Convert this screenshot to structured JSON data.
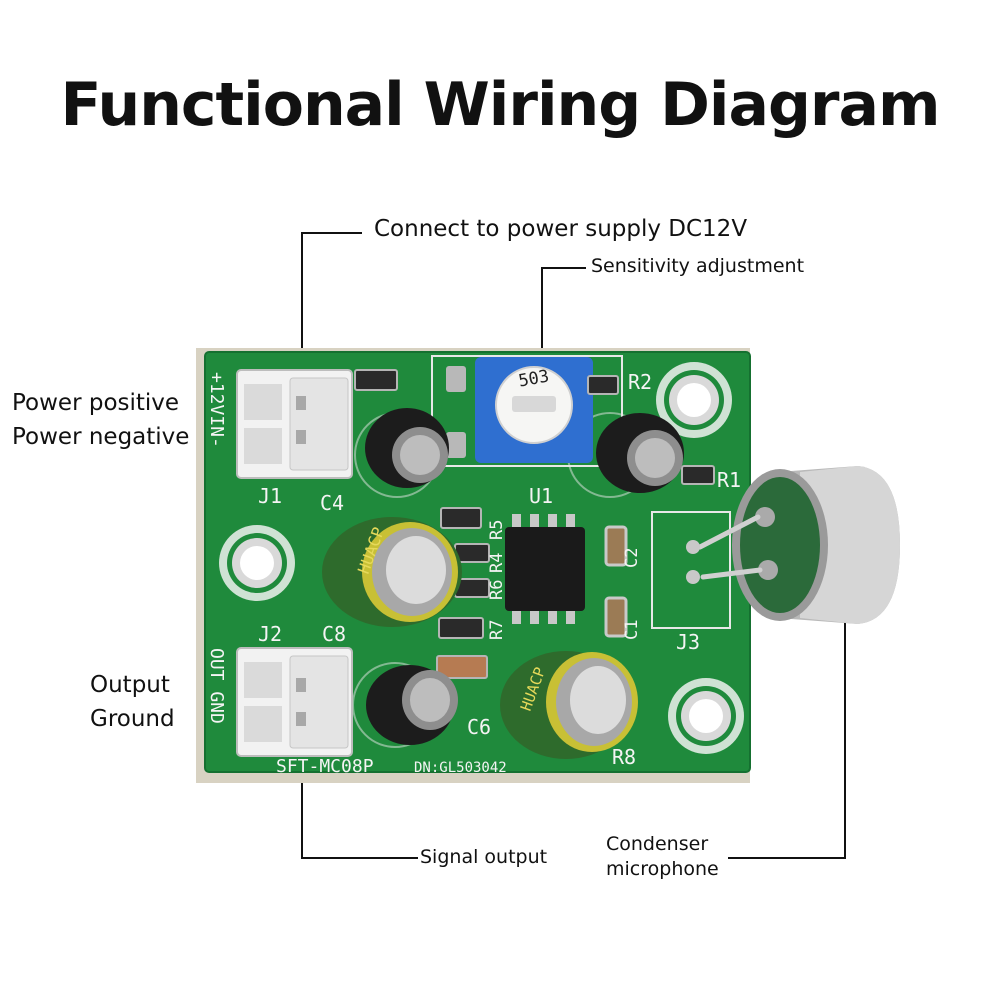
{
  "title": "Functional Wiring Diagram",
  "callouts": {
    "power_supply": "Connect to power supply DC12V",
    "sensitivity": "Sensitivity adjustment",
    "power_positive": "Power positive",
    "power_negative": "Power negative",
    "output": "Output",
    "ground": "Ground",
    "signal_output": "Signal output",
    "microphone_line1": "Condenser",
    "microphone_line2": "microphone"
  },
  "board": {
    "pcb_color": "#1f8a3c",
    "silkscreen": {
      "j1": "J1",
      "j2": "J2",
      "j3": "J3",
      "c1": "C1",
      "c2": "C2",
      "c4": "C4",
      "c6": "C6",
      "c8": "C8",
      "u1": "U1",
      "r1": "R1",
      "r2": "R2",
      "r4": "R4",
      "r5": "R5",
      "r6": "R6",
      "r7": "R7",
      "r8": "R8",
      "j1_pins": "+12VIN-",
      "j2_pins": "OUT GND",
      "model": "SFT-MC08P",
      "dn": "DN:GL503042",
      "pot_value": "503",
      "cap_brand": "HUACP"
    }
  }
}
